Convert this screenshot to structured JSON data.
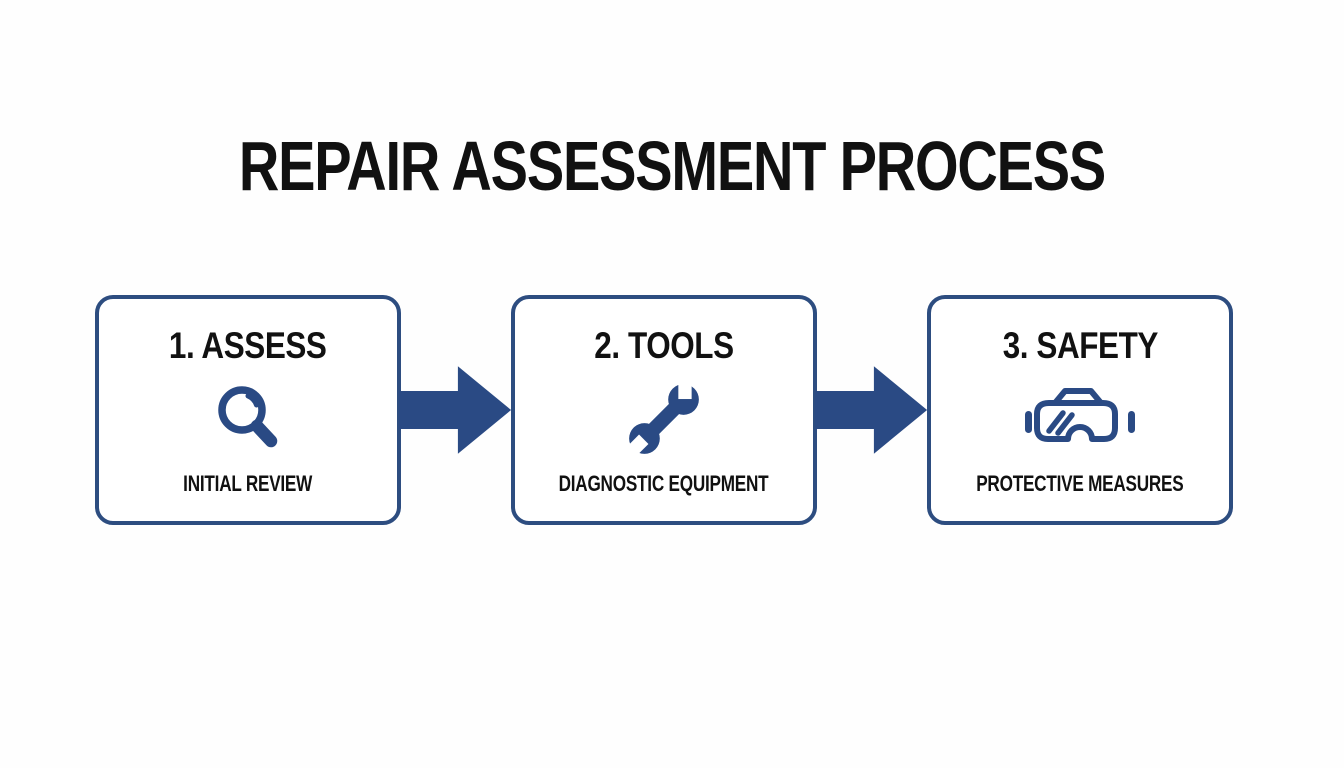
{
  "title": "REPAIR ASSESSMENT PROCESS",
  "colors": {
    "accent": "#2a4a84",
    "box_border": "#2d4d80",
    "heading_text": "#111111",
    "background": "#fefefe"
  },
  "steps": [
    {
      "heading": "1. ASSESS",
      "icon": "magnifier-icon",
      "subtitle": "INITIAL REVIEW"
    },
    {
      "heading": "2. TOOLS",
      "icon": "wrench-icon",
      "subtitle": "DIAGNOSTIC EQUIPMENT"
    },
    {
      "heading": "3. SAFETY",
      "icon": "goggles-icon",
      "subtitle": "PROTECTIVE MEASURES"
    }
  ],
  "connectors": [
    {
      "icon": "arrow-right-icon"
    },
    {
      "icon": "arrow-right-icon"
    }
  ]
}
